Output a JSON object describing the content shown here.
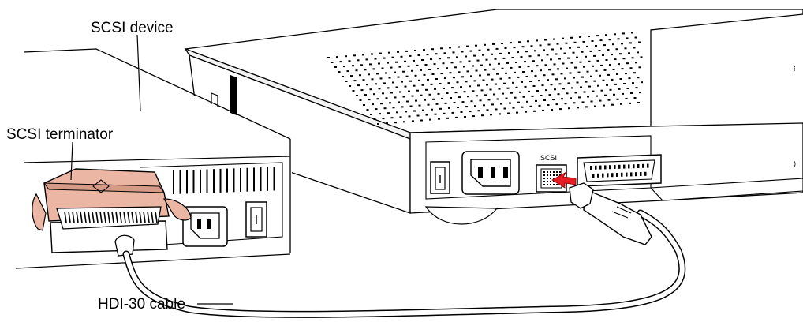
{
  "labels": {
    "scsi_device": "SCSI device",
    "scsi_terminator": "SCSI terminator",
    "hdi30_cable": "HDI-30 cable",
    "scsi_port": "SCSI"
  },
  "colors": {
    "terminator": "#ebb7a4",
    "terminator_shadow": "#d59b86",
    "arrow": "#e51c23",
    "line": "#000000",
    "background": "#ffffff"
  },
  "icons": {
    "scsi_port": "scsi-port-icon",
    "power_switch": "power-switch-icon",
    "power_socket": "power-socket-icon",
    "insert_arrow": "red-arrow-icon"
  }
}
